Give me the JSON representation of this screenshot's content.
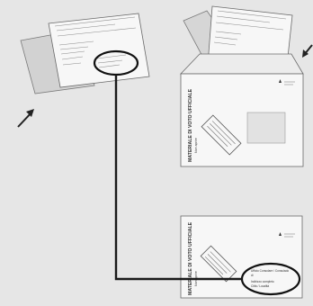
{
  "envelope_back": {
    "stamp_title": "MATERIALE DI VOTO UFFICIALE",
    "stamp_subtitle": "Non aprire"
  },
  "envelope_front": {
    "stamp_title": "MATERIALE DI VOTO UFFICIALE",
    "stamp_subtitle": "Non aprire",
    "address_lines": [
      "Ufficio Consolare / Consulado",
      "di",
      "Indirizzo completo",
      "Città / Località"
    ]
  },
  "colors": {
    "background": "#e6e6e6",
    "paper": "#f7f7f7",
    "outline": "#555555",
    "connector": "#1a1a1a",
    "arrow": "#222222"
  }
}
